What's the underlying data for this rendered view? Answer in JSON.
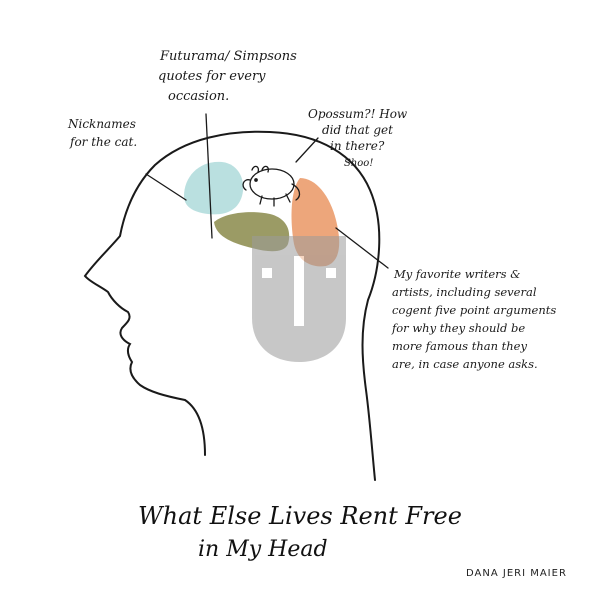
{
  "title": {
    "line1": "What Else Lives Rent Free",
    "line2": "in My Head"
  },
  "captions": {
    "simpsons": [
      "Futurama/ Simpsons",
      "quotes for every",
      "occasion."
    ],
    "nicknames": [
      "Nicknames",
      "for the cat."
    ],
    "opossum": [
      "Opossum?! How",
      "did that get",
      "in there?",
      "Shoo!"
    ],
    "writers": [
      "My favorite writers &",
      "artists, including several",
      "cogent five point arguments",
      "for why they should be",
      "more famous than they",
      "are, in case anyone asks."
    ]
  },
  "signature": "DANA JERI MAIER",
  "colors": {
    "blob_cat": "#a9d8d8",
    "blob_quotes": "#8a8a4a",
    "blob_writers": "#e8905a",
    "watermark": "#9a9a9a",
    "ink": "#1a1a1a"
  }
}
